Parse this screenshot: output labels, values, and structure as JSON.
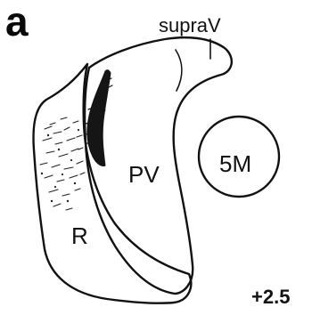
{
  "panel_letter": "a",
  "labels": {
    "supraV": "supraV",
    "PV": "PV",
    "R": "R",
    "5M": "5M"
  },
  "level": "+2.5",
  "colors": {
    "ink": "#111111",
    "background": "#ffffff"
  }
}
